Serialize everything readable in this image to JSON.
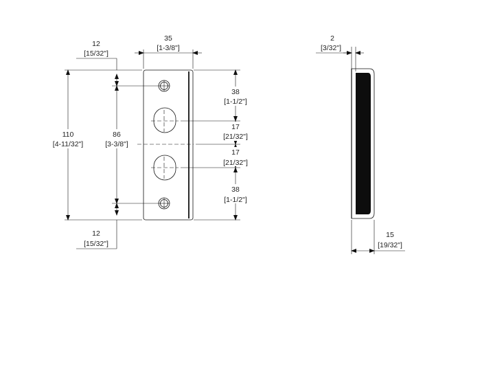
{
  "drawing": {
    "front_view": {
      "width": {
        "mm": "35",
        "inch": "[1-3/8\"]"
      },
      "hole_edge_offset_top": {
        "mm": "12",
        "inch": "[15/32\"]"
      },
      "hole_edge_offset_bottom": {
        "mm": "12",
        "inch": "[15/32\"]"
      },
      "overall_height": {
        "mm": "110",
        "inch": "[4-11/32\"]"
      },
      "hole_spacing": {
        "mm": "86",
        "inch": "[3-3/8\"]"
      },
      "right_dims": [
        {
          "mm": "38",
          "inch": "[1-1/2\"]"
        },
        {
          "mm": "17",
          "inch": "[21/32\"]"
        },
        {
          "mm": "17",
          "inch": "[21/32\"]"
        },
        {
          "mm": "38",
          "inch": "[1-1/2\"]"
        }
      ]
    },
    "side_view": {
      "lip": {
        "mm": "2",
        "inch": "[3/32\"]"
      },
      "depth": {
        "mm": "15",
        "inch": "[19/32\"]"
      }
    }
  }
}
